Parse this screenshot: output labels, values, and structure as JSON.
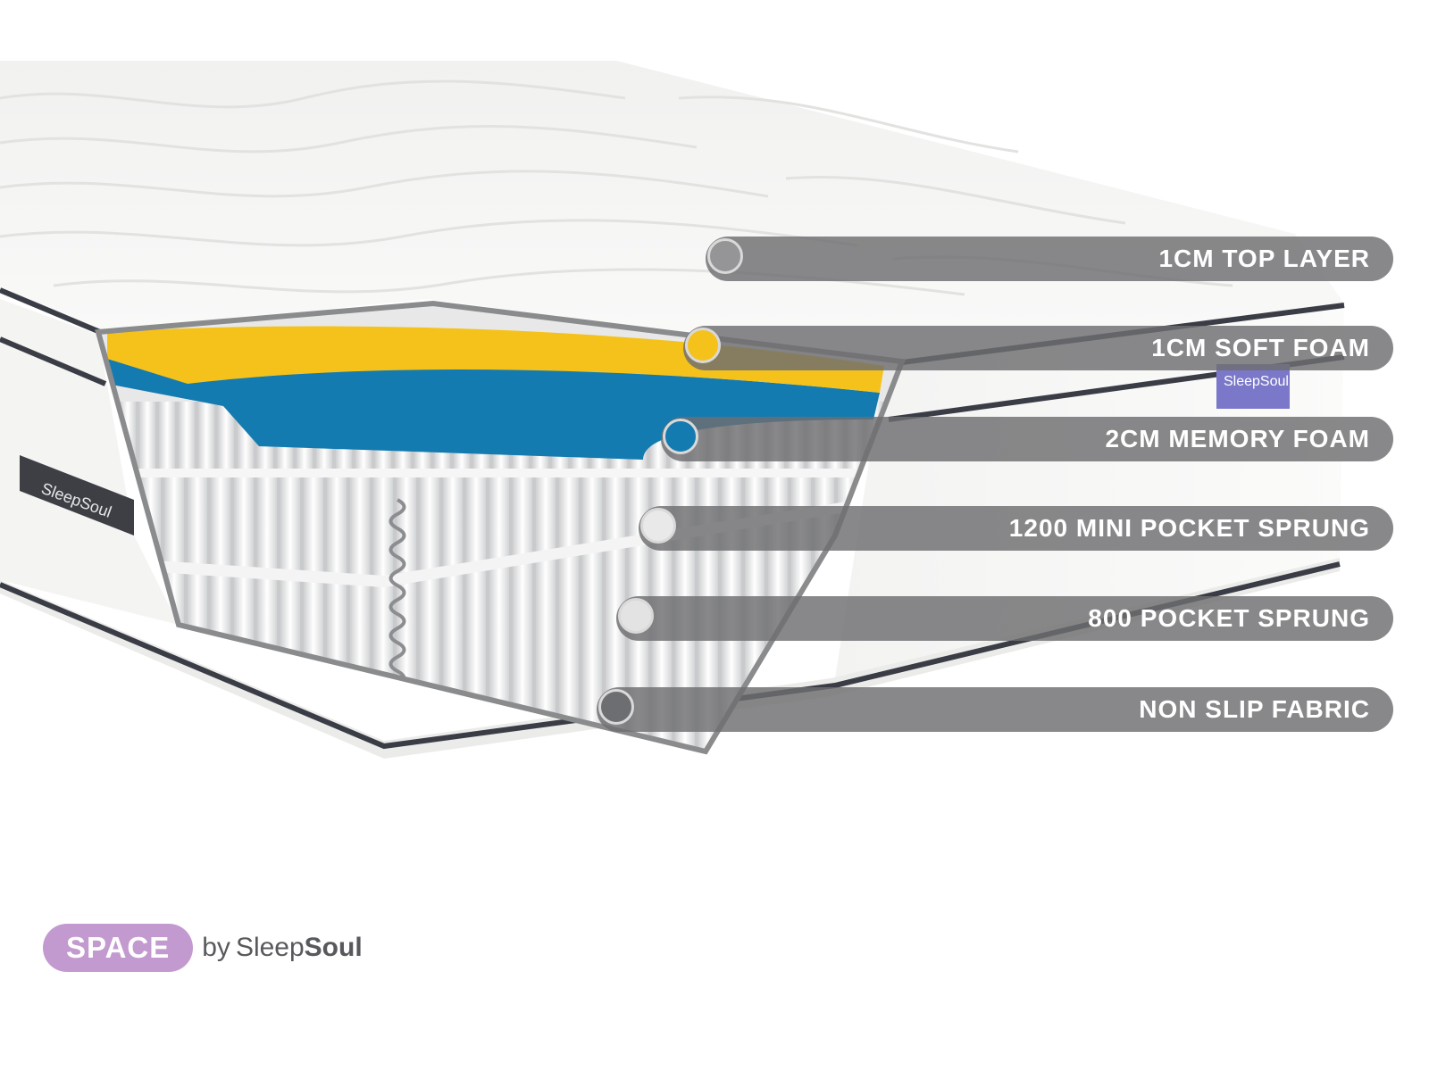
{
  "layers": [
    {
      "label": "1CM TOP LAYER",
      "dot_color": "#ffffff"
    },
    {
      "label": "1CM SOFT FOAM",
      "dot_color": "#f5c21c"
    },
    {
      "label": "2CM MEMORY FOAM",
      "dot_color": "#147bb0"
    },
    {
      "label": "1200 MINI POCKET SPRUNG",
      "dot_color": "#e9e9ea"
    },
    {
      "label": "800 POCKET SPRUNG",
      "dot_color": "#e3e3e4"
    },
    {
      "label": "NON SLIP FABRIC",
      "dot_color": "#6d6e71"
    }
  ],
  "brand": {
    "product": "SPACE",
    "by": "by",
    "maker_prefix": "Sleep",
    "maker_suffix": "Soul"
  },
  "mattress_tags": {
    "front": "SleepSoul",
    "side": "SleepSoul"
  },
  "colors": {
    "soft_foam": "#f5c21c",
    "memory_foam": "#147bb0",
    "piping": "#3a3d45",
    "label_bar": "#6e6e70",
    "brand_pill": "#c39ad0"
  }
}
